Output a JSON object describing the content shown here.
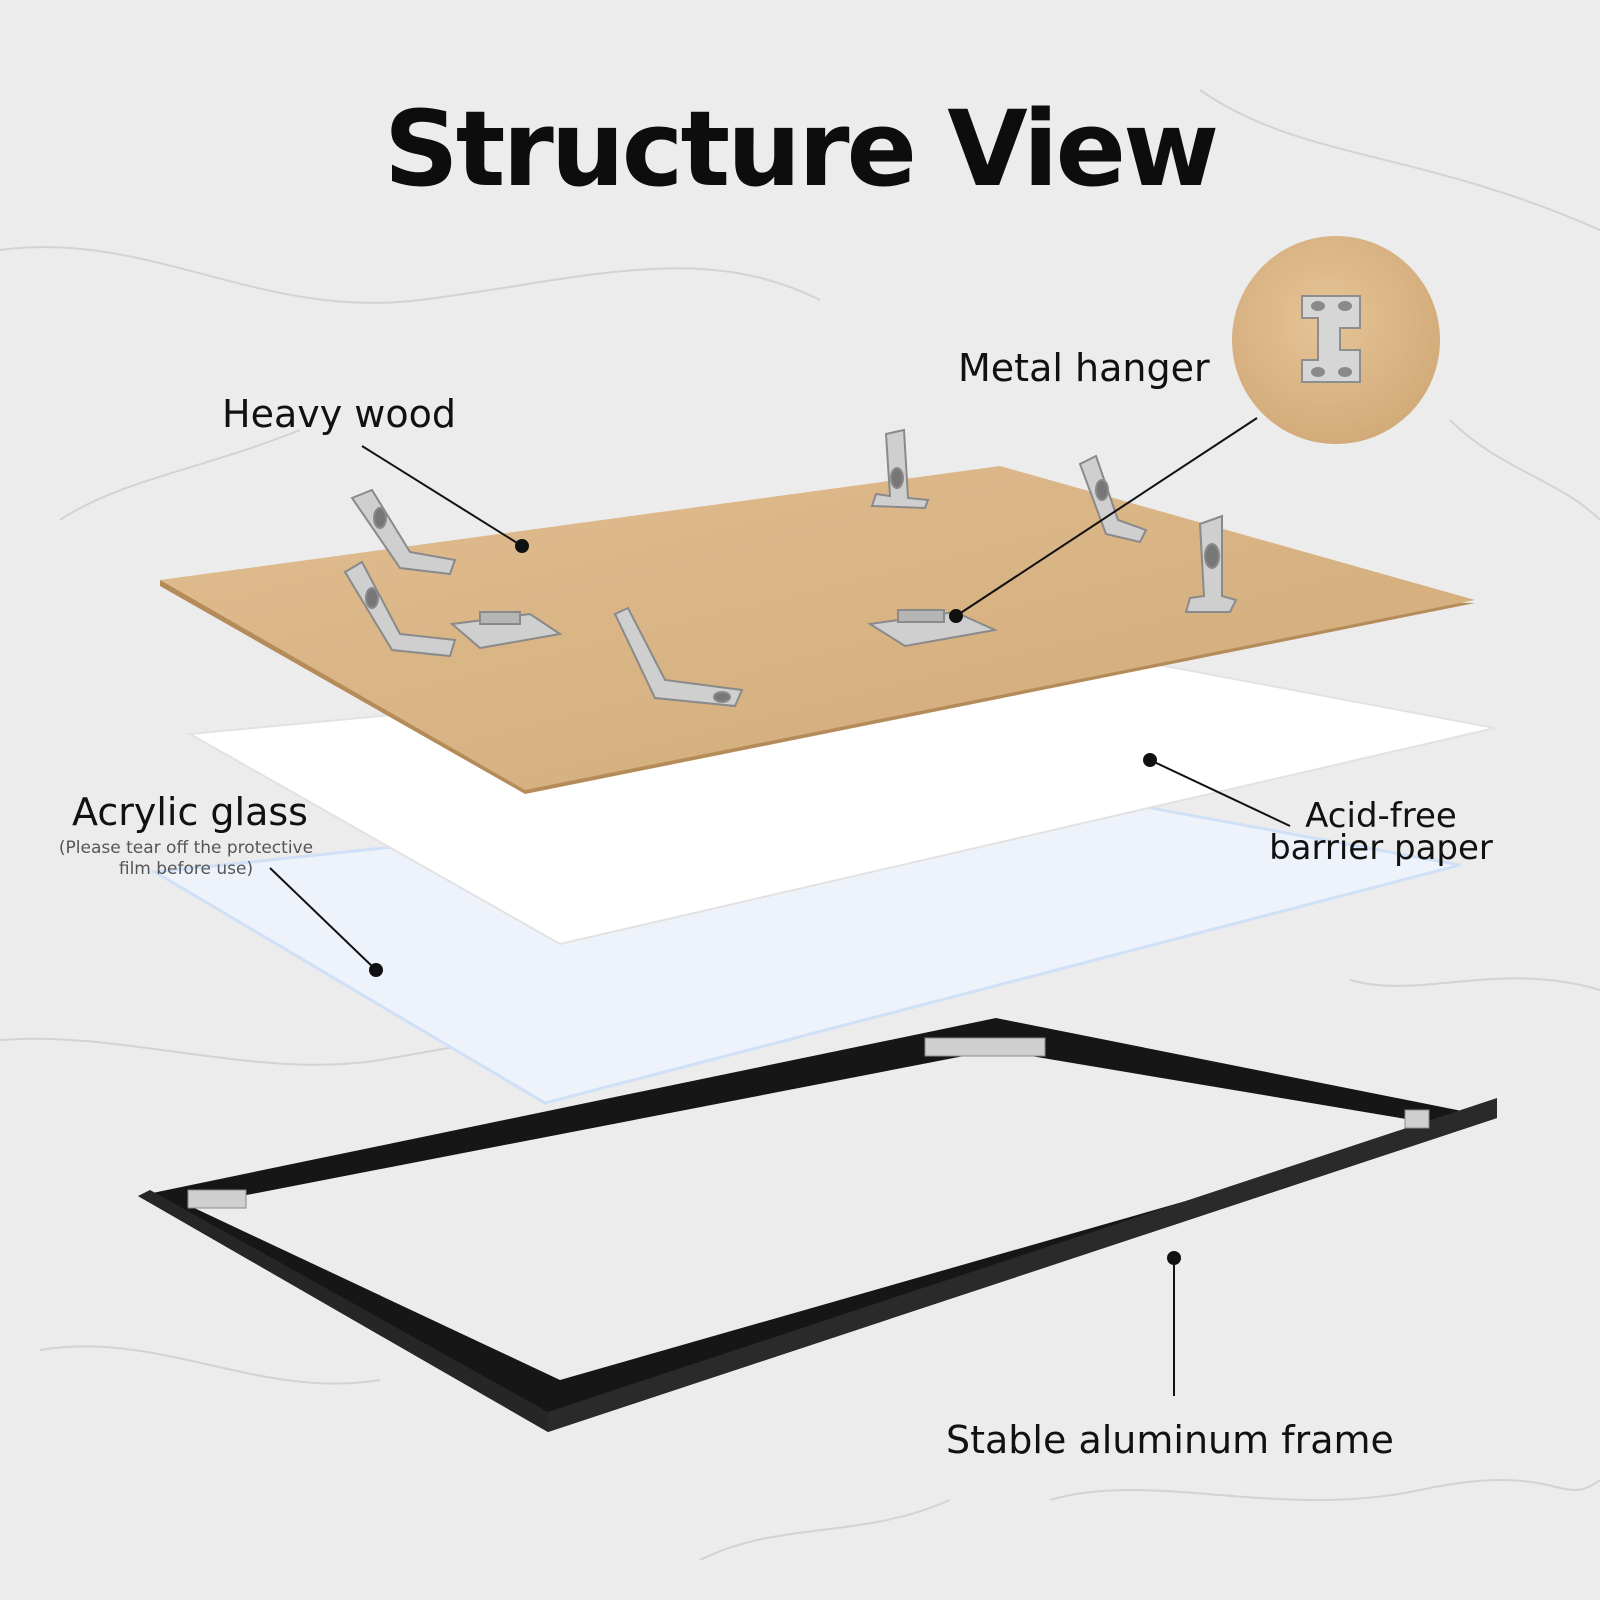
{
  "title": "Structure View",
  "parts": {
    "wood": "Heavy wood",
    "hanger": "Metal hanger",
    "acrylic": "Acrylic glass",
    "acrylic_note": "(Please tear off the protective film before use)",
    "paper": "Acid-free barrier paper",
    "frame": "Stable aluminum frame"
  },
  "colors": {
    "background": "#ececec",
    "wood": "#d9b486",
    "frame": "#141414",
    "hardware": "#c9c9c9",
    "acrylic": "#eef3fb",
    "paper": "#ffffff"
  }
}
